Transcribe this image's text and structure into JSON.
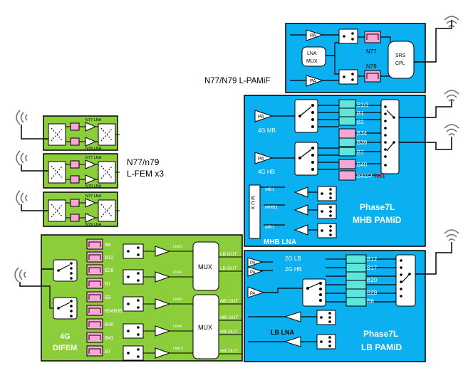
{
  "colors": {
    "blue_block": "#0ab0f0",
    "green_block": "#8ccd3c",
    "pink_filter": "#f7a6d6",
    "cyan_filter": "#5fe6dc",
    "wire": "#000000",
    "red_text": "#e00000"
  },
  "labels": {
    "l_pamif_title": "N77/N79 L-PAMiF",
    "l_pamif_pa": "PA",
    "l_pamif_lna": "LNA",
    "l_pamif_mux": "MUX",
    "l_pamif_n77": "N77",
    "l_pamif_n79": "N79",
    "l_pamif_srs": "SRS",
    "l_pamif_cpl": "CPL",
    "lfem_title_1": "N77/n79",
    "lfem_title_2": "L-FEM x3",
    "lfem_n77_lna": "N77 LNA",
    "lfem_n79_lna": "N79 LNA",
    "mhb_title_1": "Phase7L",
    "mhb_title_2": "MHB PAMiD",
    "mhb_4g_mb": "4G MB",
    "mhb_4g_hb": "4G HB",
    "mhb_b13": "B1/3",
    "mhb_b1": "B1",
    "mhb_b2": "B2",
    "mhb_b34": "B34",
    "mhb_b39": "B39",
    "mhb_b7": "B7",
    "mhb_b40": "B40",
    "mhb_b41f": "B41F/",
    "mhb_n41": "N41",
    "mhb_mux": "M U X",
    "mhb_mb1a": "MB1",
    "mhb_mhb1": "MHB1",
    "mhb_mb1b": "MB1",
    "mhb_lna": "MHB LNA",
    "lb_title_1": "Phase7L",
    "lb_title_2": "LB PAMiD",
    "lb_2g_lb": "2G LB",
    "lb_2g_hb": "2G HB",
    "lb_pa": "PA",
    "lb_b12": "B12",
    "lb_b17": "B17",
    "lb_b20": "B20",
    "lb_b28": "B28",
    "lb_b8": "B8",
    "lb_lna": "LB LNA",
    "difem_title_1": "4G",
    "difem_title_2": "DIFEM",
    "difem_bands": [
      "B8",
      "B12",
      "B28",
      "B1",
      "B3",
      "B34B39",
      "B40",
      "B41",
      "B7"
    ],
    "difem_lna": [
      "LNA1",
      "LNA2",
      "LNA3",
      "LNA4",
      "LNA 5"
    ],
    "difem_mux": "MUX",
    "difem_outs": [
      "LB OUT",
      "LB OUT",
      "MB OUT",
      "MB OUT",
      "HB OUT",
      "HB OUT"
    ]
  }
}
